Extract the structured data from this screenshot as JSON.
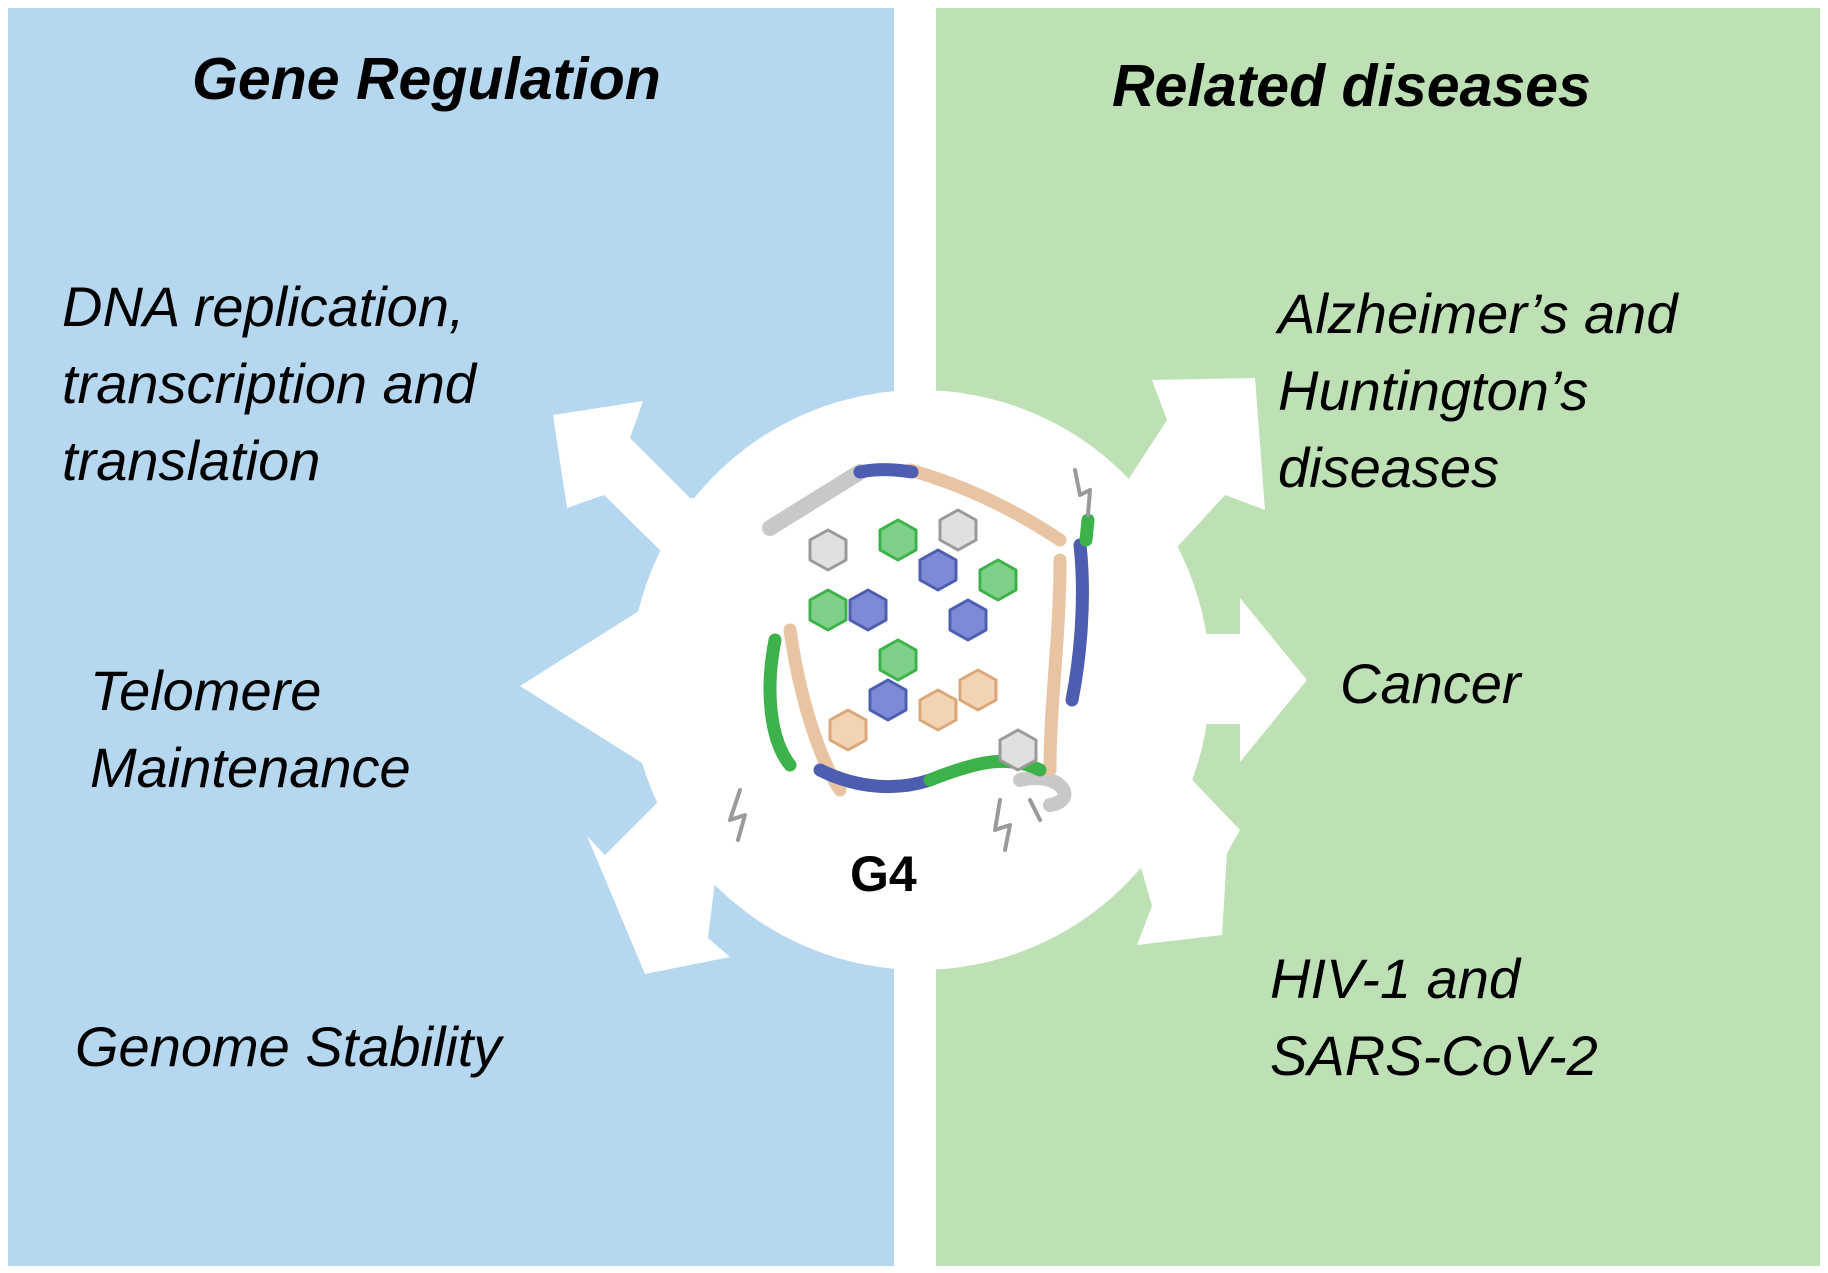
{
  "colors": {
    "left_panel": "#b5d7ef",
    "right_panel": "#bde1b5",
    "hub": "#ffffff",
    "arrow": "#ffffff",
    "strand_green": "#3db24a",
    "strand_blue": "#4d5db0",
    "strand_tan": "#e8c4a2",
    "strand_grey": "#c8c8c8"
  },
  "left": {
    "title": "Gene Regulation",
    "items": [
      {
        "lines": [
          "DNA replication,",
          "transcription  and",
          "translation"
        ]
      },
      {
        "lines": [
          "Telomere",
          "Maintenance"
        ]
      },
      {
        "lines": [
          "Genome  Stability"
        ]
      }
    ]
  },
  "right": {
    "title": "Related diseases",
    "items": [
      {
        "lines": [
          "Alzheimer’s  and",
          "Huntington’s",
          "diseases"
        ]
      },
      {
        "lines": [
          "Cancer"
        ]
      },
      {
        "lines": [
          "HIV-1  and",
          "SARS-CoV-2"
        ]
      }
    ]
  },
  "center": {
    "label": "G4",
    "structure_icon": "g-quadruplex-structure-icon"
  }
}
